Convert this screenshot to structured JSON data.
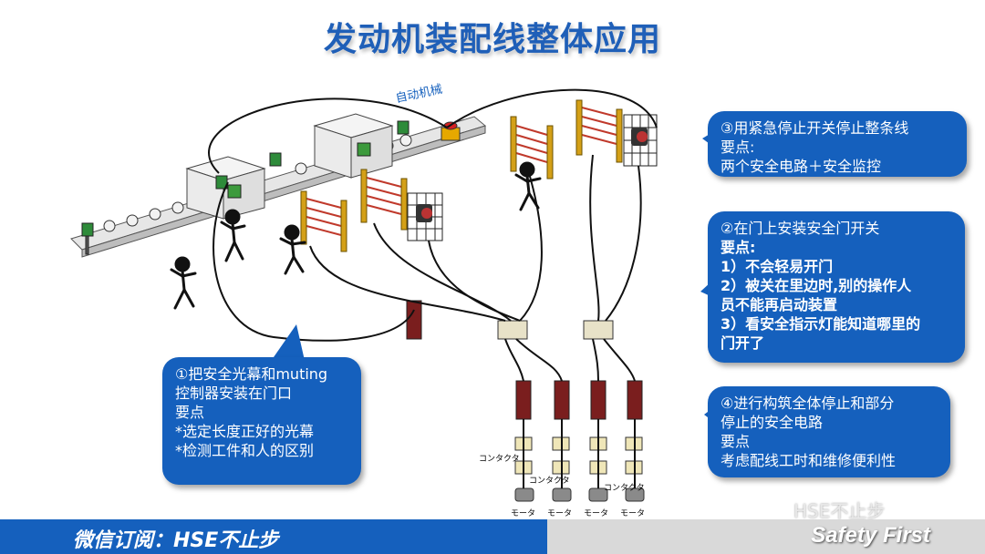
{
  "title": "发动机装配线整体应用",
  "auto_machine_label": "自动机械",
  "contactor_label": "コンタクタ",
  "motor_label": "モータ",
  "callouts": {
    "c1": [
      "①把安全光幕和muting",
      "控制器安装在门口",
      "要点",
      "*选定长度正好的光幕",
      "*检测工件和人的区别"
    ],
    "c2": [
      "②在门上安装安全门开关",
      "要点:",
      "1）不会轻易开门",
      "2）被关在里边时,别的操作人",
      "员不能再启动装置",
      "3）看安全指示灯能知道哪里的",
      "门开了"
    ],
    "c3": [
      "③用紧急停止开关停止整条线",
      "要点:",
      "两个安全电路＋安全监控"
    ],
    "c4": [
      "④进行构筑全体停止和部分",
      "停止的安全电路",
      "要点",
      "考虑配线工时和维修便利性"
    ]
  },
  "footer": {
    "left": "微信订阅：HSE不止步",
    "right": "Safety First"
  },
  "watermark": "HSE不止步",
  "colors": {
    "callout_bg": "#1560bd",
    "title": "#1f5fb8",
    "footer_blue": "#1560bd",
    "footer_gray": "#d9d9d9",
    "light_curtain": "#c0392b",
    "light_curtain_post": "#d4a017"
  }
}
